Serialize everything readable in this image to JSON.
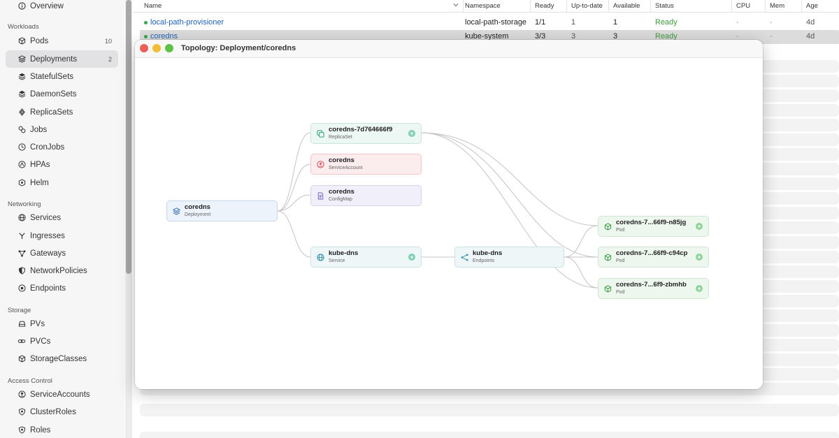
{
  "sidebar": {
    "top_item": "Overview",
    "sections": {
      "workloads": "Workloads",
      "networking": "Networking",
      "storage": "Storage",
      "access_control": "Access Control"
    },
    "workloads": [
      {
        "label": "Pods",
        "count": "10",
        "icon": "pod-icon"
      },
      {
        "label": "Deployments",
        "count": "2",
        "icon": "layers-icon"
      },
      {
        "label": "StatefulSets",
        "icon": "stack-icon"
      },
      {
        "label": "DaemonSets",
        "icon": "stack-icon"
      },
      {
        "label": "ReplicaSets",
        "icon": "replica-icon"
      },
      {
        "label": "Jobs",
        "icon": "jobs-icon"
      },
      {
        "label": "CronJobs",
        "icon": "clock-icon"
      },
      {
        "label": "HPAs",
        "icon": "autoscale-icon"
      },
      {
        "label": "Helm",
        "icon": "helm-icon"
      }
    ],
    "networking": [
      {
        "label": "Services",
        "icon": "globe-icon"
      },
      {
        "label": "Ingresses",
        "icon": "ingress-icon"
      },
      {
        "label": "Gateways",
        "icon": "gateway-icon"
      },
      {
        "label": "NetworkPolicies",
        "icon": "shield-icon"
      },
      {
        "label": "Endpoints",
        "icon": "target-icon"
      }
    ],
    "storage": [
      {
        "label": "PVs",
        "icon": "drive-icon"
      },
      {
        "label": "PVCs",
        "icon": "link-icon"
      },
      {
        "label": "StorageClasses",
        "icon": "storage-class-icon"
      }
    ],
    "access_control": [
      {
        "label": "ServiceAccounts",
        "icon": "user-circle-icon"
      },
      {
        "label": "ClusterRoles",
        "icon": "badge-icon"
      },
      {
        "label": "Roles",
        "icon": "badge-icon"
      }
    ]
  },
  "table": {
    "columns": [
      "Name",
      "Namespace",
      "Ready",
      "Up-to-date",
      "Available",
      "Status",
      "CPU",
      "Mem",
      "Age"
    ],
    "rows": [
      {
        "name": "local-path-provisioner",
        "namespace": "local-path-storage",
        "ready": "1/1",
        "up_to_date": "1",
        "available": "1",
        "status": "Ready",
        "cpu": "-",
        "mem": "-",
        "age": "4d"
      },
      {
        "name": "coredns",
        "namespace": "kube-system",
        "ready": "3/3",
        "up_to_date": "3",
        "available": "3",
        "status": "Ready",
        "cpu": "-",
        "mem": "-",
        "age": "4d"
      }
    ]
  },
  "modal": {
    "title": "Topology: Deployment/coredns",
    "nodes": {
      "deployment": {
        "name": "coredns",
        "kind": "Deployment"
      },
      "replicaset": {
        "name": "coredns-7d764666f9",
        "kind": "ReplicaSet"
      },
      "serviceaccount": {
        "name": "coredns",
        "kind": "ServiceAccount"
      },
      "configmap": {
        "name": "coredns",
        "kind": "ConfigMap"
      },
      "service": {
        "name": "kube-dns",
        "kind": "Service"
      },
      "endpoints": {
        "name": "kube-dns",
        "kind": "Endpoints"
      },
      "pod1": {
        "name": "coredns-7...66f9-n85jg",
        "kind": "Pod"
      },
      "pod2": {
        "name": "coredns-7...66f9-c94cp",
        "kind": "Pod"
      },
      "pod3": {
        "name": "coredns-7...6f9-zbmhb",
        "kind": "Pod"
      }
    },
    "plus_symbol": "+"
  },
  "colors": {
    "link": "#1f63b5",
    "ready": "#3a9a3a",
    "status_dot": "#3aa64a",
    "close": "#ec5f57",
    "minimize": "#f1bd35",
    "zoom": "#5ec247"
  }
}
